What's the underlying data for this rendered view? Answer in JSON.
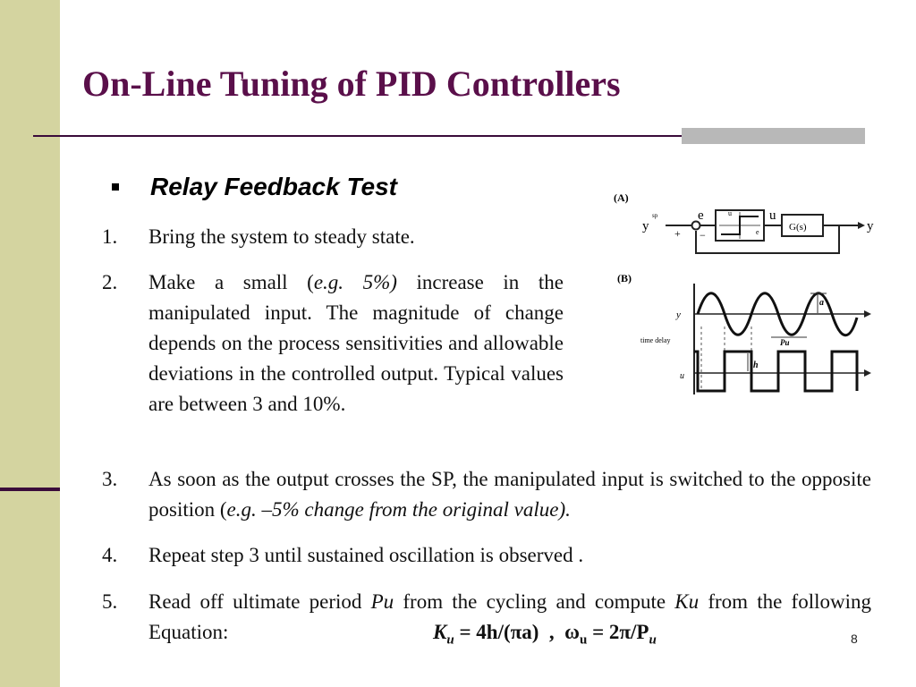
{
  "slide": {
    "title": "On-Line Tuning of PID Controllers",
    "subheading": "Relay Feedback Test",
    "page_number": "8"
  },
  "steps": [
    {
      "number": "1.",
      "text": "Bring the system to steady state."
    },
    {
      "number": "2.",
      "text_a": "Make a small (",
      "text_b": "e.g. 5%)",
      "text_c": " increase in the manipulated input. The magnitude of change depends on the process sensitivities and allowable deviations in the controlled output. Typical values are between 3 and 10%."
    },
    {
      "number": "3.",
      "text_a": "As soon as the output crosses the SP, the manipulated input is switched to the opposite position (",
      "text_b": "e.g. –5% change from the original value)."
    },
    {
      "number": "4.",
      "text": "Repeat step 3 until sustained oscillation is observed ."
    },
    {
      "number": "5.",
      "text_a": "Read off ultimate period ",
      "text_b": "Pu",
      "text_c": " from the cycling and compute ",
      "text_d": "Ku",
      "text_e": " from the following Equation:"
    }
  ],
  "equation": {
    "k": "K",
    "k_sub": "u",
    "k_rhs": " = 4h/(πa)",
    "sep": "  ,  ",
    "w": "ω",
    "w_sub": "u",
    "w_rhs": " = 2π/P",
    "p_sub": "u"
  },
  "figure": {
    "label_a": "(A)",
    "label_b": "(B)",
    "y_left": "y",
    "sp_mark": "sp",
    "e_label": "e",
    "u_top": "u",
    "u_label": "u",
    "e_small": "e",
    "gs_label": "G(s)",
    "y_right": "y",
    "plus": "+",
    "minus": "−",
    "y_plot": "y",
    "a_label": "a",
    "time_delay": "time delay",
    "pu_label": "Pu",
    "h_label": "h",
    "u_plot": "u"
  }
}
